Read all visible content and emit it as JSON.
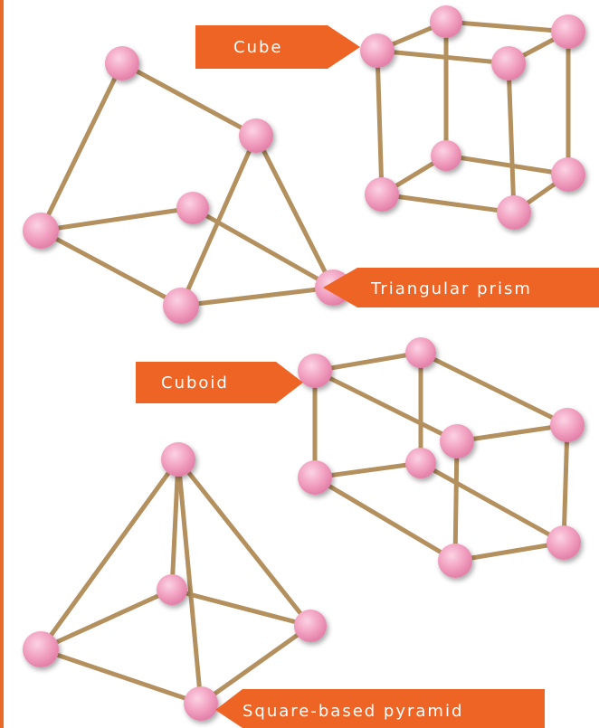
{
  "colors": {
    "border": "#e8692a",
    "label_bg": "#ee6424",
    "label_text": "#ffffff",
    "stick": "#b3905e",
    "ball": "#f2a3c2"
  },
  "labels": {
    "cube": "Cube",
    "triangular_prism": "Triangular prism",
    "cuboid": "Cuboid",
    "square_based_pyramid": "Square-based pyramid"
  },
  "shapes": [
    "cube",
    "triangular_prism",
    "cuboid",
    "square_based_pyramid"
  ]
}
